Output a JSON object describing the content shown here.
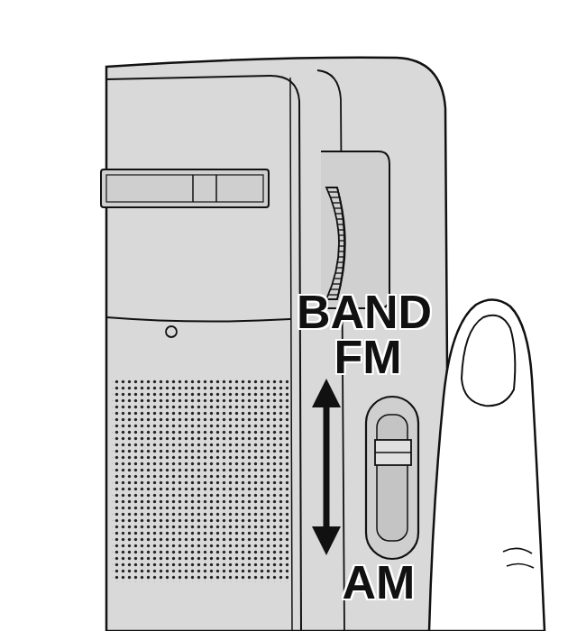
{
  "diagram": {
    "labels": [
      "BAND",
      "FM",
      "AM"
    ]
  }
}
